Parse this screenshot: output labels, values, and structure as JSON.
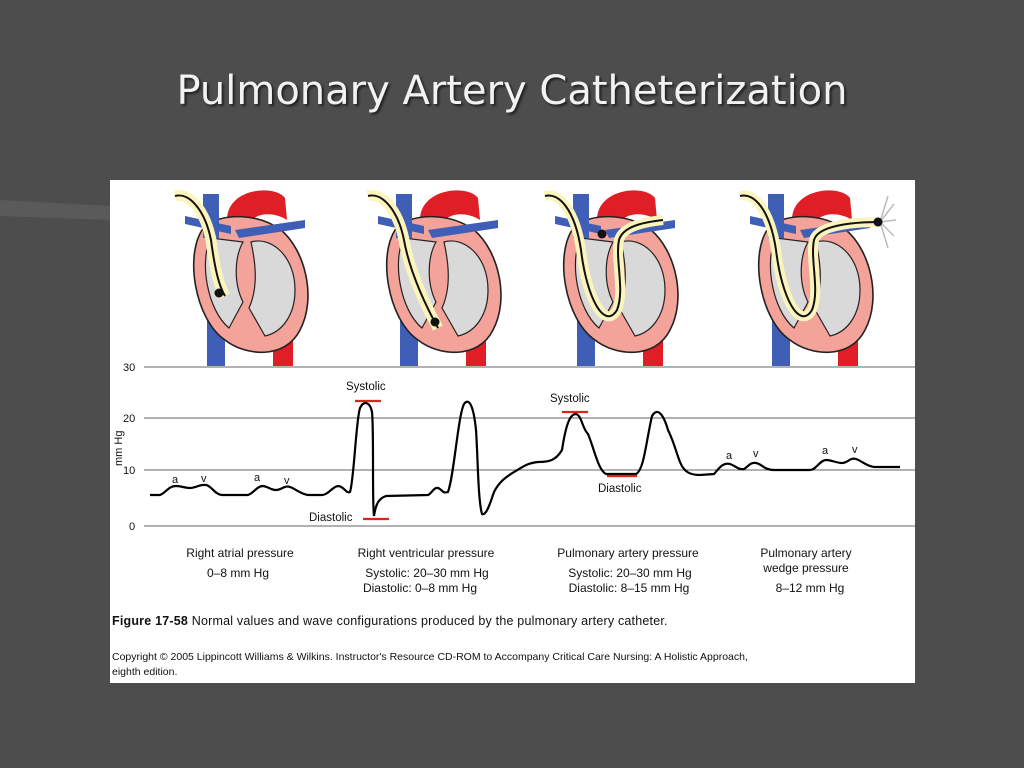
{
  "slide": {
    "title": "Pulmonary Artery Catheterization"
  },
  "figure": {
    "y_axis": {
      "label": "mm Hg",
      "ticks": [
        "30",
        "20",
        "10",
        "0"
      ]
    },
    "annotations": {
      "rv_systolic": "Systolic",
      "rv_diastolic": "Diastolic",
      "pa_systolic": "Systolic",
      "pa_diastolic": "Diastolic",
      "a": "a",
      "v": "v"
    },
    "panels": [
      {
        "name": "Right atrial pressure",
        "values": [
          "0–8 mm Hg"
        ]
      },
      {
        "name": "Right ventricular pressure",
        "values": [
          "Systolic: 20–30 mm Hg",
          "Diastolic: 0–8 mm Hg"
        ]
      },
      {
        "name": "Pulmonary artery pressure",
        "values": [
          "Systolic: 20–30 mm Hg",
          "Diastolic: 8–15 mm Hg"
        ]
      },
      {
        "name_line1": "Pulmonary artery",
        "name_line2": "wedge pressure",
        "values": [
          "8–12 mm Hg"
        ]
      }
    ],
    "caption_label": "Figure 17-58",
    "caption_text": "Normal values and wave configurations produced by the pulmonary artery catheter.",
    "copyright_line1": "Copyright © 2005 Lippincott Williams & Wilkins.  Instructor's Resource CD-ROM to Accompany Critical Care Nursing: A Holistic Approach,",
    "copyright_line2": "eighth edition."
  },
  "colors": {
    "background": "#4d4d4d",
    "title": "#f2f2f2",
    "heart_red": "#e01e26",
    "heart_blue": "#3e5fb5",
    "myocardium": "#f3a39a",
    "chamber": "#d9d9d9",
    "catheter_fill": "#fbf5bd",
    "marker_red": "#d9261c"
  }
}
